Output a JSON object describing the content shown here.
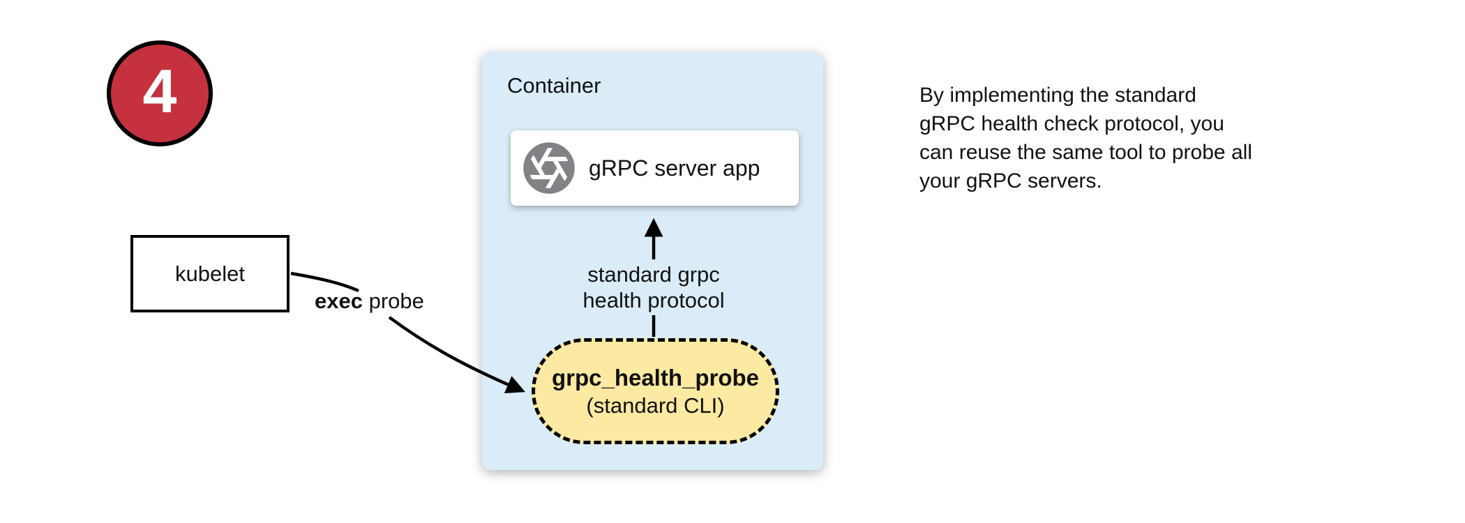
{
  "page": {
    "background": "#ffffff"
  },
  "step_badge": {
    "number": "4",
    "fill": "#c5313e",
    "border": "#000000",
    "text_color": "#ffffff"
  },
  "kubelet": {
    "label": "kubelet"
  },
  "exec_label": {
    "bold": "exec",
    "rest": " probe"
  },
  "container": {
    "title": "Container",
    "fill": "#d9ecf8",
    "server_card": {
      "label": "gRPC server app",
      "icon": "aperture-icon",
      "icon_color": "#808285"
    },
    "protocol_label": "standard grpc\nhealth protocol",
    "probe_pill": {
      "name": "grpc_health_probe",
      "subtitle": "(standard CLI)",
      "fill": "#fce9a2"
    }
  },
  "note": {
    "text": "By implementing the standard\ngRPC health check protocol, you\ncan reuse the same tool to probe all\nyour gRPC servers."
  }
}
